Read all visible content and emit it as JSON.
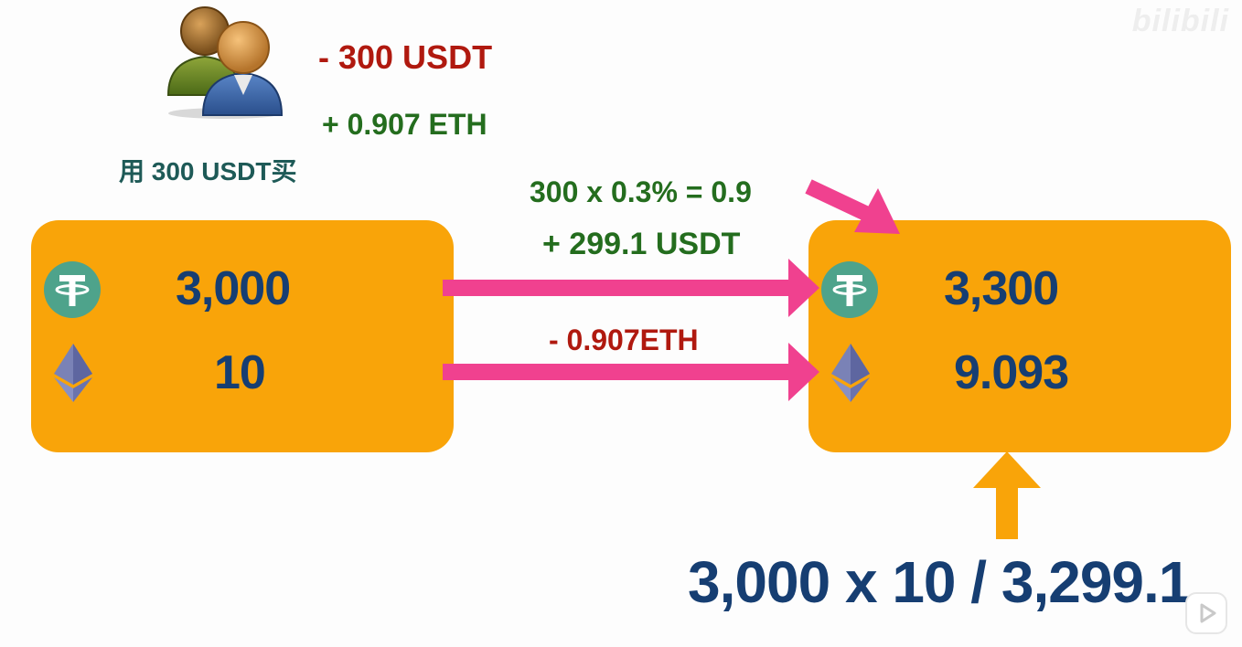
{
  "user": {
    "usdt_change": "- 300 USDT",
    "eth_change": "+ 0.907 ETH",
    "action_label": "用 300 USDT买"
  },
  "fee": {
    "formula": "300 x 0.3% = 0.9",
    "usdt_in": "+ 299.1 USDT",
    "eth_out": "- 0.907ETH"
  },
  "pool_before": {
    "usdt_amount": "3,000",
    "eth_amount": "10"
  },
  "pool_after": {
    "usdt_amount": "3,300",
    "eth_amount": "9.093"
  },
  "calculation": "3,000 x 10 / 3,299.1",
  "watermark": "bilibili",
  "colors": {
    "pool": "#f9a409",
    "arrow": "#f0418f",
    "up_arrow": "#f9a409",
    "tether": "#4ea38b",
    "navy_text": "#163e72"
  },
  "icons": [
    "user-group-icon",
    "tether-icon",
    "ethereum-icon",
    "play-icon"
  ]
}
